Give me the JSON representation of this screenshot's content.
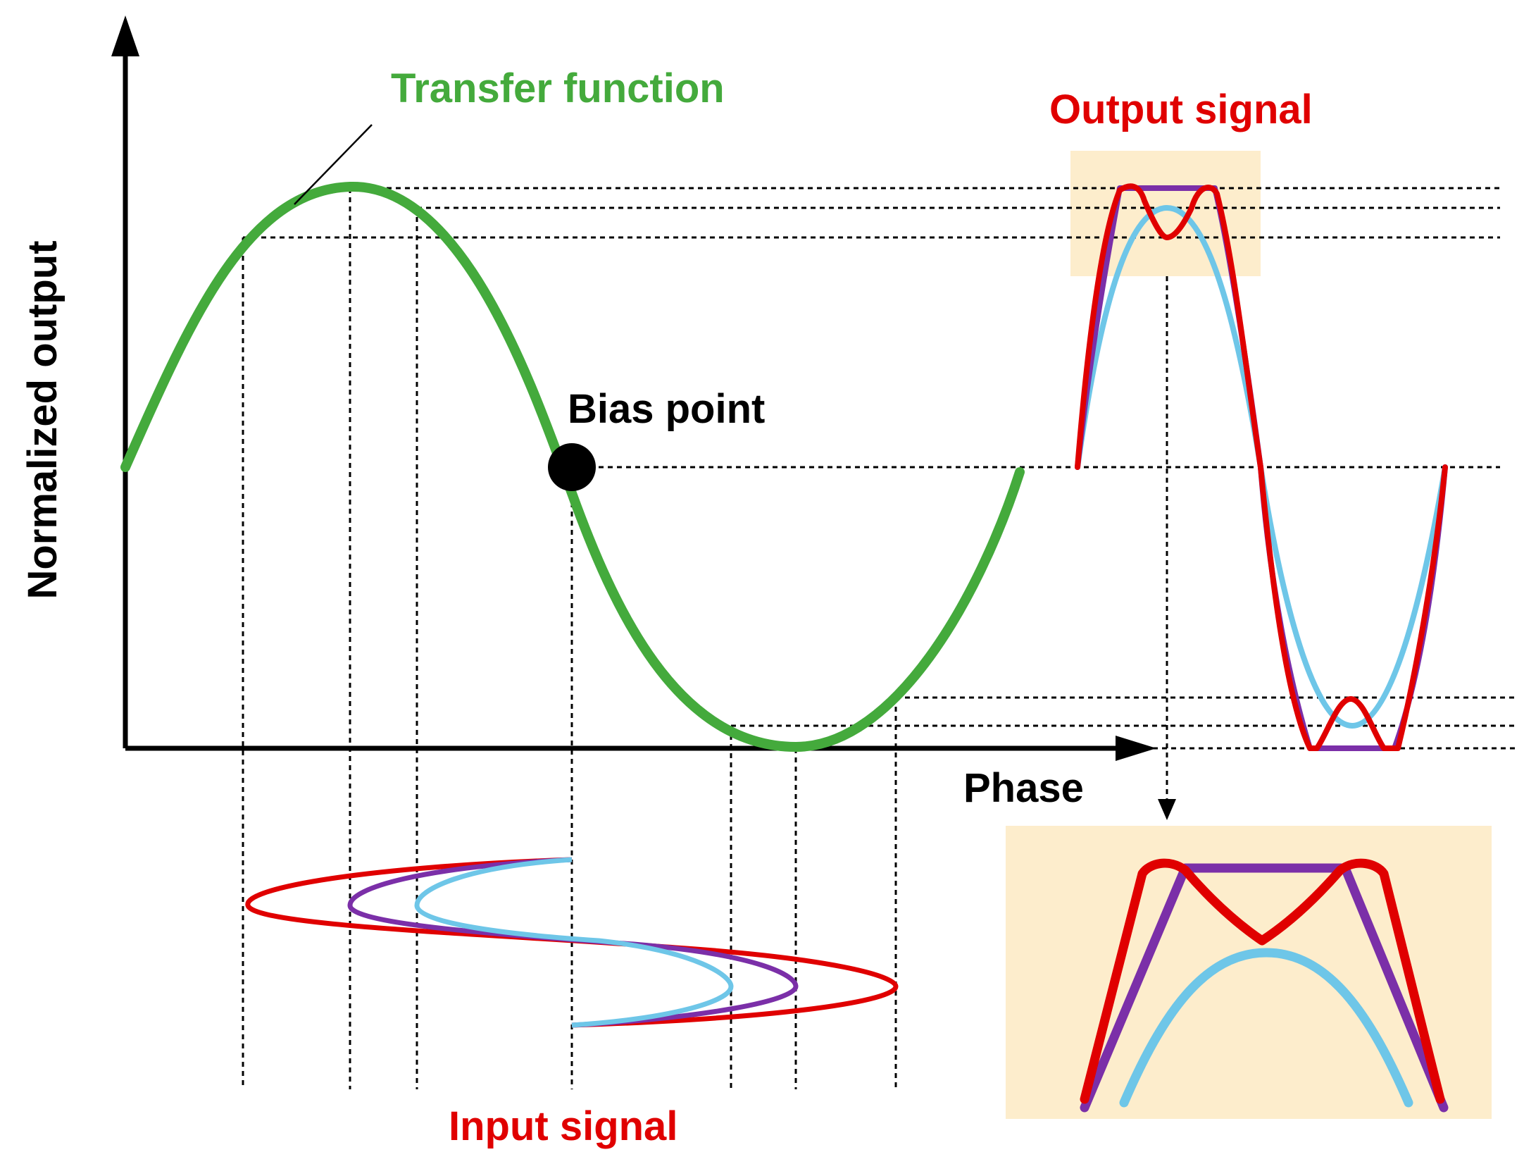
{
  "labels": {
    "y_axis": "Normalized output",
    "x_axis": "Phase",
    "transfer_function": "Transfer function",
    "bias_point": "Bias point",
    "output_signal": "Output signal",
    "input_signal": "Input signal"
  },
  "colors": {
    "transfer": "#44aa3c",
    "red": "#e00000",
    "purple": "#7b2fa8",
    "blue": "#6ec6e8",
    "highlight": "#fdedcc",
    "axis": "#000000"
  }
}
